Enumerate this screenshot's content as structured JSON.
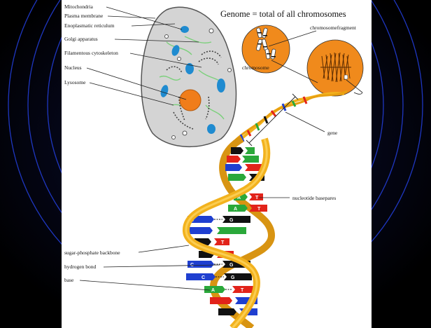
{
  "diagram": {
    "title": "Genome = total of all chromosomes",
    "cell_labels": [
      "Mitochondria",
      "Plasma membrane",
      "Enoplasmatic reticulum",
      "Golgi apparatus",
      "Filamentous cytoskeleton",
      "Nucleus",
      "Lysosome"
    ],
    "chromosome_label": "chromosome",
    "fragment_label": "chromosomefragment",
    "gene_label": "gene",
    "basepairs_label": "nucleotide basepares",
    "dna_labels": [
      "sugar-phosphate backbone",
      "hydrogen bond",
      "base"
    ],
    "base_letters": {
      "A": "A",
      "T": "T",
      "C": "C",
      "G": "G"
    }
  },
  "colors": {
    "background": "#000000",
    "ring_blue": "#1a2fc8",
    "cell_fill": "#d6d6d6",
    "orange": "#f08a1c",
    "nucleus": "#f07d1a",
    "mitochondria": "#1f8bd0",
    "er_green": "#7bd07b",
    "backbone": "#f2b21e",
    "base_red": "#e2231a",
    "base_green": "#2aa83a",
    "base_blue": "#1f3fd0",
    "base_black": "#111111"
  }
}
